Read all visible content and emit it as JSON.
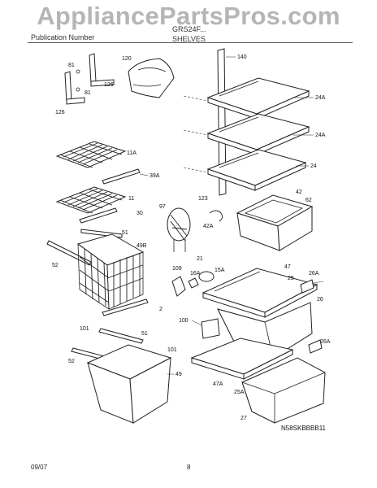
{
  "watermark": "AppliancePartsPros.com",
  "header": {
    "left": "Publication Number",
    "right": "GRS24F...",
    "section": "SHELVES"
  },
  "footer": {
    "date": "09/07",
    "page": "8"
  },
  "diagram_code": "N58SKBBBB11",
  "callouts": [
    "81",
    "120",
    "140",
    "126",
    "81",
    "126",
    "24A",
    "24A",
    "11A",
    "24",
    "39A",
    "42",
    "11",
    "123",
    "62",
    "97",
    "30",
    "42A",
    "51",
    "49B",
    "52",
    "21",
    "47",
    "109",
    "16A",
    "15A",
    "26A",
    "25",
    "26",
    "2",
    "100",
    "101",
    "51",
    "101",
    "26A",
    "52",
    "49",
    "47A",
    "25A",
    "27"
  ]
}
